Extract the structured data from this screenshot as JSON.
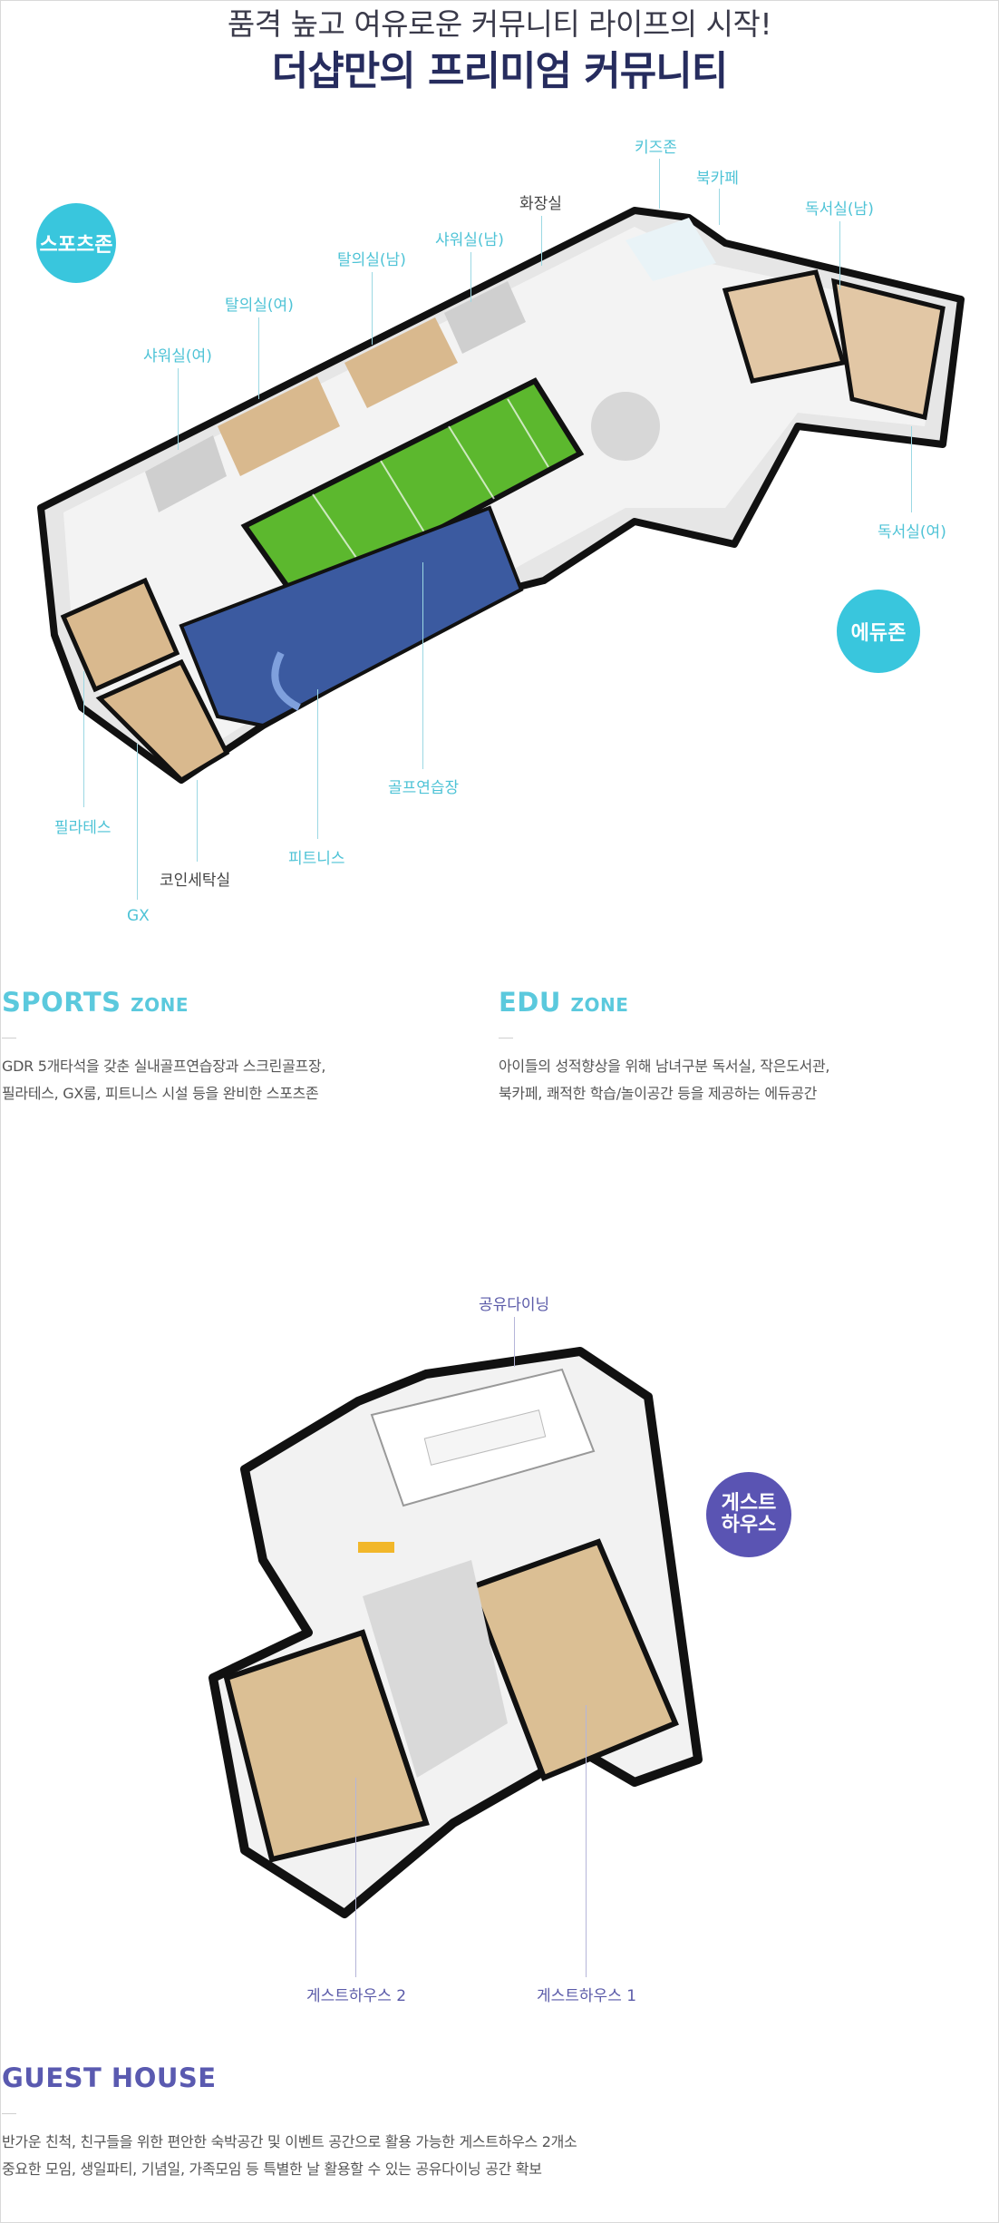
{
  "header": {
    "subtitle": "품격 높고 여유로운 커뮤니티 라이프의 시작!",
    "title": "더샵만의 프리미엄 커뮤니티"
  },
  "community_plan": {
    "badges": {
      "sports": "스포츠존",
      "edu": "에듀존"
    },
    "labels": {
      "kids": "키즈존",
      "bookcafe": "북카페",
      "study_m": "독서실(남)",
      "restroom": "화장실",
      "shower_m": "샤워실(남)",
      "locker_m": "탈의실(남)",
      "locker_f": "탈의실(여)",
      "shower_f": "샤워실(여)",
      "study_f": "독서실(여)",
      "golf": "골프연습장",
      "pilates": "필라테스",
      "fitness": "피트니스",
      "laundry": "코인세탁실",
      "gx": "GX"
    }
  },
  "zones": {
    "sports": {
      "title_main": "SPORTS",
      "title_sub": "ZONE",
      "lines": [
        "GDR 5개타석을 갖춘 실내골프연습장과 스크린골프장,",
        "필라테스, GX룸, 피트니스 시설 등을 완비한 스포츠존"
      ]
    },
    "edu": {
      "title_main": "EDU",
      "title_sub": "ZONE",
      "lines": [
        "아이들의 성적향상을 위해 남녀구분 독서실, 작은도서관,",
        "북카페, 쾌적한 학습/놀이공간 등을 제공하는 에듀공간"
      ]
    }
  },
  "guest_plan": {
    "badge_line1": "게스트",
    "badge_line2": "하우스",
    "labels": {
      "dining": "공유다이닝",
      "guest2": "게스트하우스 2",
      "guest1": "게스트하우스 1"
    }
  },
  "guest_house": {
    "title": "GUEST HOUSE",
    "lines": [
      "반가운 친척, 친구들을 위한 편안한 숙박공간 및 이벤트 공간으로 활용 가능한 게스트하우스 2개소",
      "중요한 모임, 생일파티, 기념일, 가족모임 등 특별한 날 활용할 수 있는 공유다이닝 공간 확보"
    ]
  },
  "colors": {
    "cyan": "#39c6dd",
    "navy": "#262c5e",
    "purple": "#5a54b3",
    "golf_green": "#5cb82e",
    "fitness_blue": "#3b5aa0",
    "wood": "#d9b98e"
  }
}
